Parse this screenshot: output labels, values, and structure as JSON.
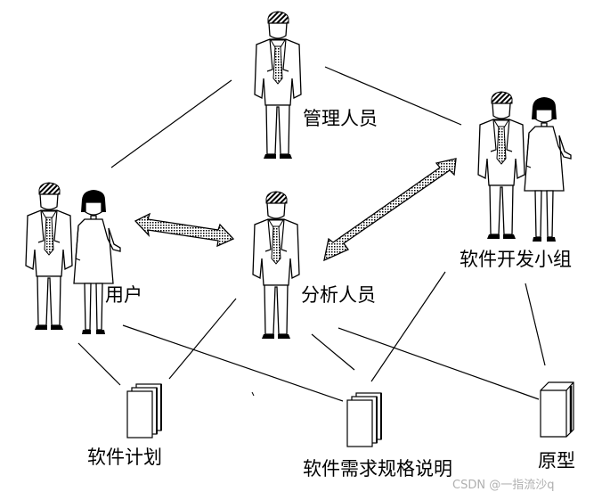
{
  "nodes": {
    "manager": {
      "label": "管理人员"
    },
    "dev_team": {
      "label": "软件开发小组"
    },
    "user": {
      "label": "用户"
    },
    "analyst": {
      "label": "分析人员"
    },
    "plan": {
      "label": "软件计划"
    },
    "srs": {
      "label": "软件需求规格说明"
    },
    "prototype": {
      "label": "原型"
    }
  },
  "watermark": "CSDN @一指流沙q",
  "relations": [
    {
      "from": "manager",
      "to": "user",
      "style": "line"
    },
    {
      "from": "manager",
      "to": "dev_team",
      "style": "line"
    },
    {
      "from": "user",
      "to": "analyst",
      "style": "double-arrow"
    },
    {
      "from": "dev_team",
      "to": "analyst",
      "style": "double-arrow"
    },
    {
      "from": "user",
      "to": "plan",
      "style": "line"
    },
    {
      "from": "user",
      "to": "srs",
      "style": "line"
    },
    {
      "from": "analyst",
      "to": "plan",
      "style": "line"
    },
    {
      "from": "analyst",
      "to": "srs",
      "style": "line"
    },
    {
      "from": "analyst",
      "to": "prototype",
      "style": "line"
    },
    {
      "from": "dev_team",
      "to": "srs",
      "style": "line"
    },
    {
      "from": "dev_team",
      "to": "prototype",
      "style": "line"
    }
  ]
}
